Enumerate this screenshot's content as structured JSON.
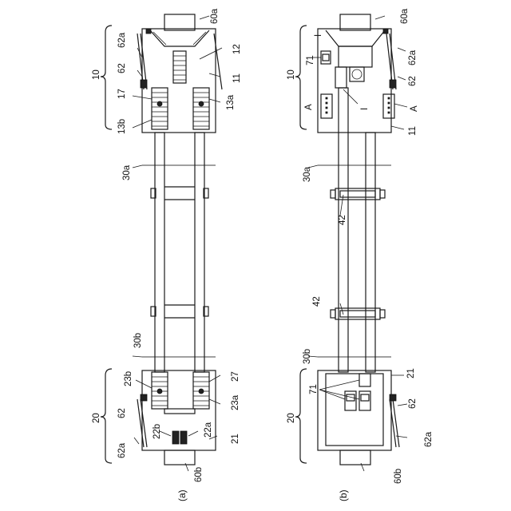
{
  "figure_a": {
    "caption": "(a)",
    "labels": {
      "n10": "10",
      "n62a_top": "62a",
      "n62_top": "62",
      "n17": "17",
      "n13b": "13b",
      "n60a": "60a",
      "n12": "12",
      "n11": "11",
      "n13a": "13a",
      "n30a": "30a",
      "n30b": "30b",
      "n23b": "23b",
      "n27": "27",
      "n23a": "23a",
      "n20": "20",
      "n62_bottom": "62",
      "n22b": "22b",
      "n22a": "22a",
      "n62a_bottom": "62a",
      "n21": "21",
      "n60b": "60b"
    }
  },
  "figure_b": {
    "caption": "(b)",
    "labels": {
      "n10": "10",
      "nI_top": "I",
      "n71_top": "71",
      "nA_left": "A",
      "n60a": "60a",
      "n62a_top": "62a",
      "n62_top": "62",
      "nI_right": "I",
      "nA_right": "A",
      "n11": "11",
      "n30a": "30a",
      "n42_top": "42",
      "n42_bottom": "42",
      "n30b": "30b",
      "n21": "21",
      "n71_bottom": "71",
      "n62_bottom": "62",
      "n20": "20",
      "n62a_bottom": "62a",
      "n60b": "60b"
    }
  }
}
